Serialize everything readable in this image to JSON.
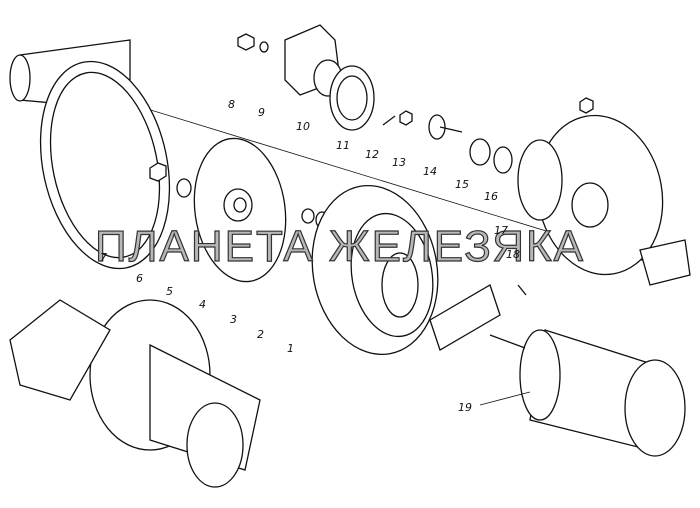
{
  "watermark": "ПЛАНЕТА ЖЕЛЕЗЯКА",
  "labels": [
    "1",
    "2",
    "3",
    "4",
    "5",
    "6",
    "7",
    "8",
    "9",
    "10",
    "11",
    "12",
    "13",
    "14",
    "15",
    "16",
    "17",
    "18",
    "19"
  ]
}
